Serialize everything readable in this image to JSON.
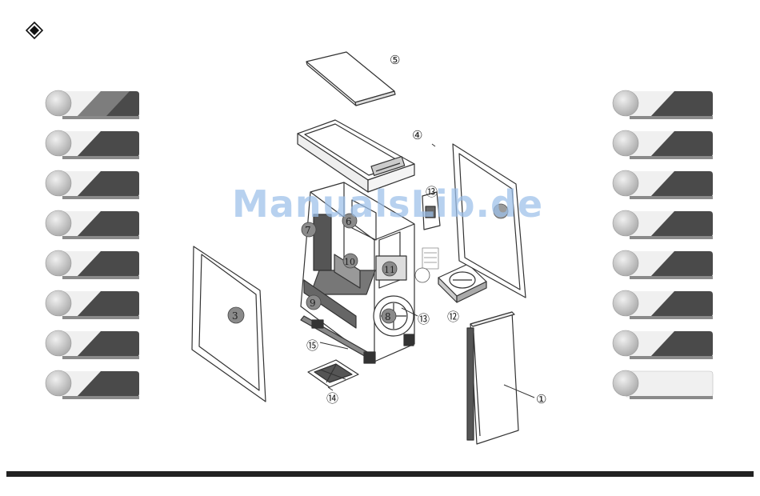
{
  "watermark": "ManualsLib.de",
  "callouts": [
    {
      "id": "1",
      "label": "①"
    },
    {
      "id": "3",
      "label": "3"
    },
    {
      "id": "4",
      "label": "④"
    },
    {
      "id": "5",
      "label": "⑤"
    },
    {
      "id": "6",
      "label": "6"
    },
    {
      "id": "7",
      "label": "7"
    },
    {
      "id": "8",
      "label": "8"
    },
    {
      "id": "9",
      "label": "9"
    },
    {
      "id": "10",
      "label": "10"
    },
    {
      "id": "11",
      "label": "11"
    },
    {
      "id": "12",
      "label": "⑫"
    },
    {
      "id": "13a",
      "label": "⑬"
    },
    {
      "id": "13b",
      "label": "⑬"
    },
    {
      "id": "14",
      "label": "⑭"
    },
    {
      "id": "15",
      "label": "⑮"
    }
  ],
  "legend_left_count": 8,
  "legend_right_count": 8,
  "colors": {
    "pill_dark": "#4a4a4a",
    "pill_light": "#f2f2f2",
    "ball": "#c8c8c8",
    "line": "#333333"
  }
}
